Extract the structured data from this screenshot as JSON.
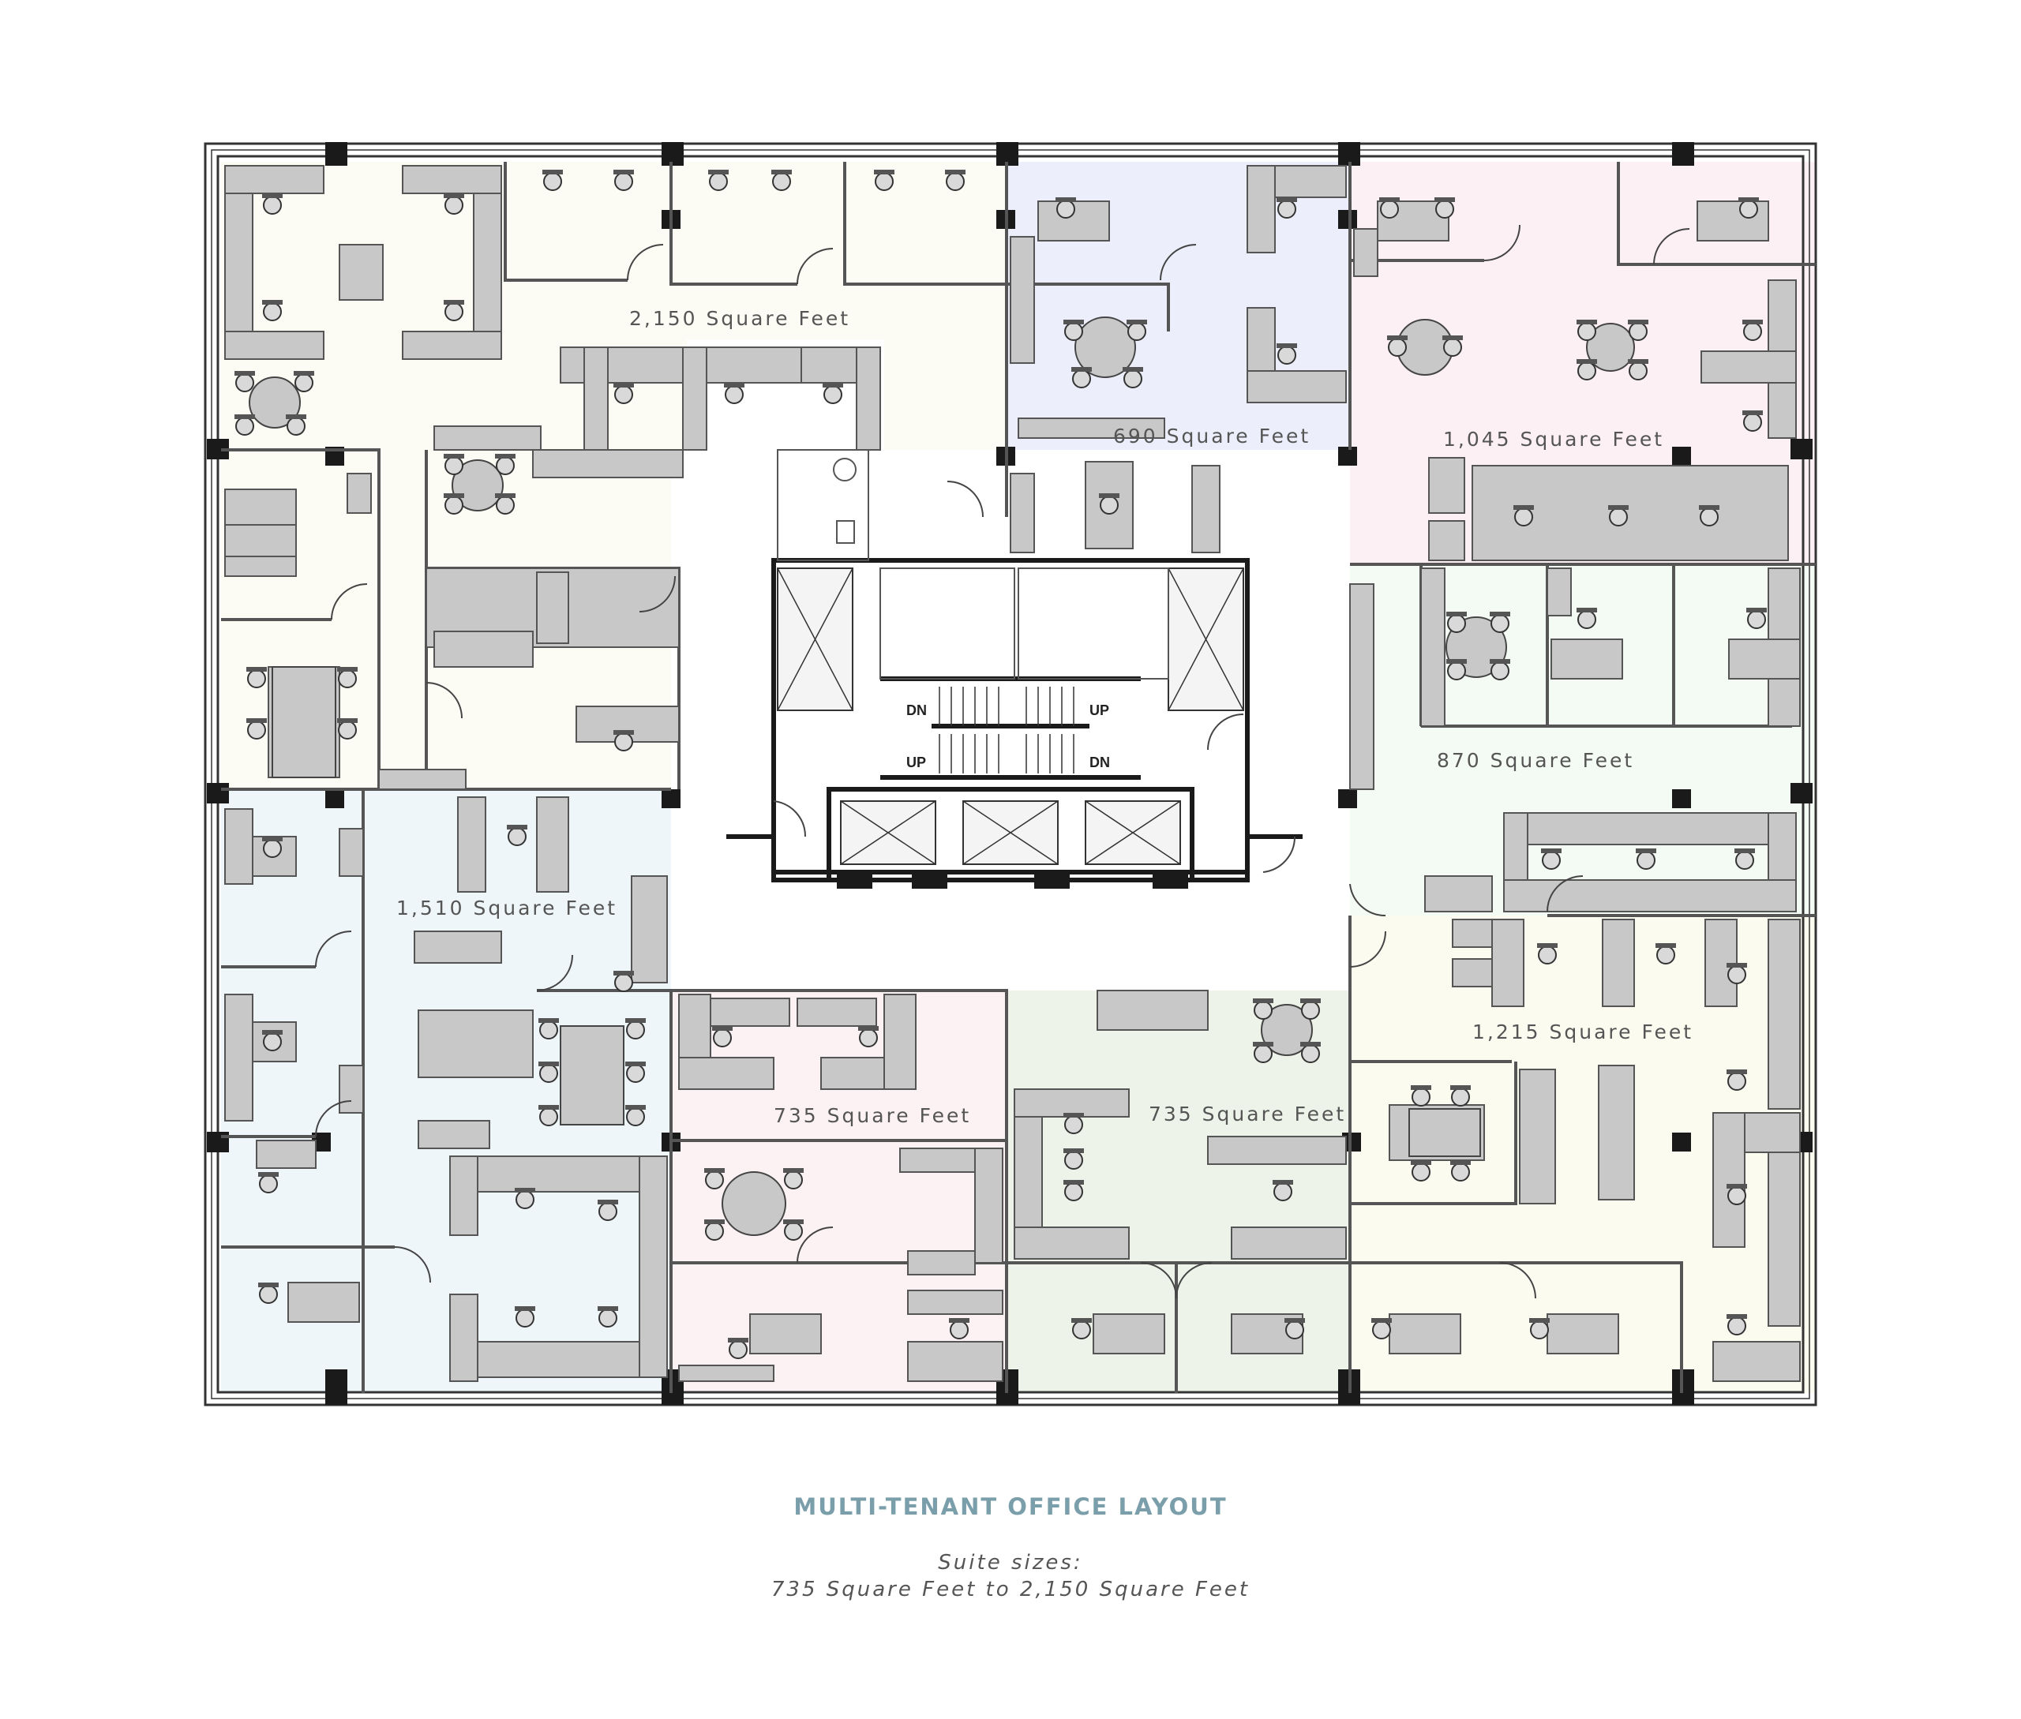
{
  "colors": {
    "suite_2150": "#fdfcf4",
    "suite_690": "#eceefb",
    "suite_1045": "#fcf0f4",
    "suite_870": "#f4faf4",
    "suite_1510": "#eef6f9",
    "suite_735_left": "#fcf1f3",
    "suite_735_right": "#edf3e8",
    "suite_1215": "#fcfbf0",
    "furniture": "#c8c8c8",
    "wall": "#222222",
    "caption_title": "#7a9fab"
  },
  "suites": [
    {
      "id": "s2150",
      "label": "2,150 Square Feet"
    },
    {
      "id": "s690",
      "label": "690 Square Feet"
    },
    {
      "id": "s1045",
      "label": "1,045 Square Feet"
    },
    {
      "id": "s870",
      "label": "870 Square Feet"
    },
    {
      "id": "s1510",
      "label": "1,510 Square Feet"
    },
    {
      "id": "s735a",
      "label": "735 Square Feet"
    },
    {
      "id": "s735b",
      "label": "735 Square Feet"
    },
    {
      "id": "s1215",
      "label": "1,215 Square Feet"
    }
  ],
  "core": {
    "stair_top_left": "DN",
    "stair_top_right": "UP",
    "stair_bottom_left": "UP",
    "stair_bottom_right": "DN"
  },
  "caption": {
    "title": "MULTI-TENANT OFFICE LAYOUT",
    "line1": "Suite sizes:",
    "line2": "735 Square Feet to 2,150 Square Feet"
  }
}
